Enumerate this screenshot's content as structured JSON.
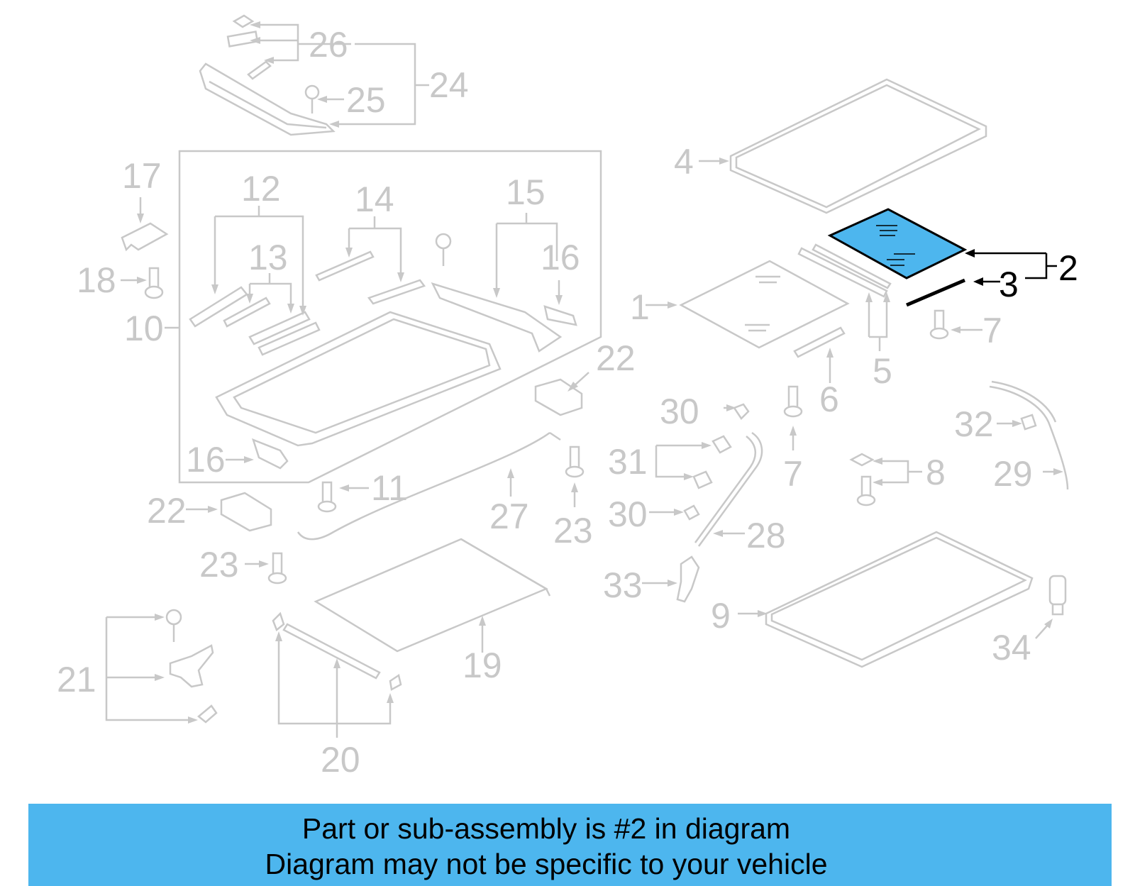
{
  "diagram": {
    "highlight_color": "#4db6ee",
    "line_color": "#c8c8c8",
    "highlighted_part": "2",
    "labels": [
      "1",
      "2",
      "3",
      "4",
      "5",
      "6",
      "7",
      "7",
      "8",
      "9",
      "10",
      "11",
      "12",
      "13",
      "14",
      "15",
      "16",
      "16",
      "17",
      "18",
      "19",
      "20",
      "21",
      "22",
      "22",
      "23",
      "23",
      "24",
      "25",
      "26",
      "27",
      "28",
      "29",
      "30",
      "30",
      "31",
      "32",
      "33",
      "34"
    ]
  },
  "banner": {
    "background": "#4db6ee",
    "line1": "Part or sub-assembly is #2 in diagram",
    "line2": "Diagram may not be specific to your vehicle"
  }
}
